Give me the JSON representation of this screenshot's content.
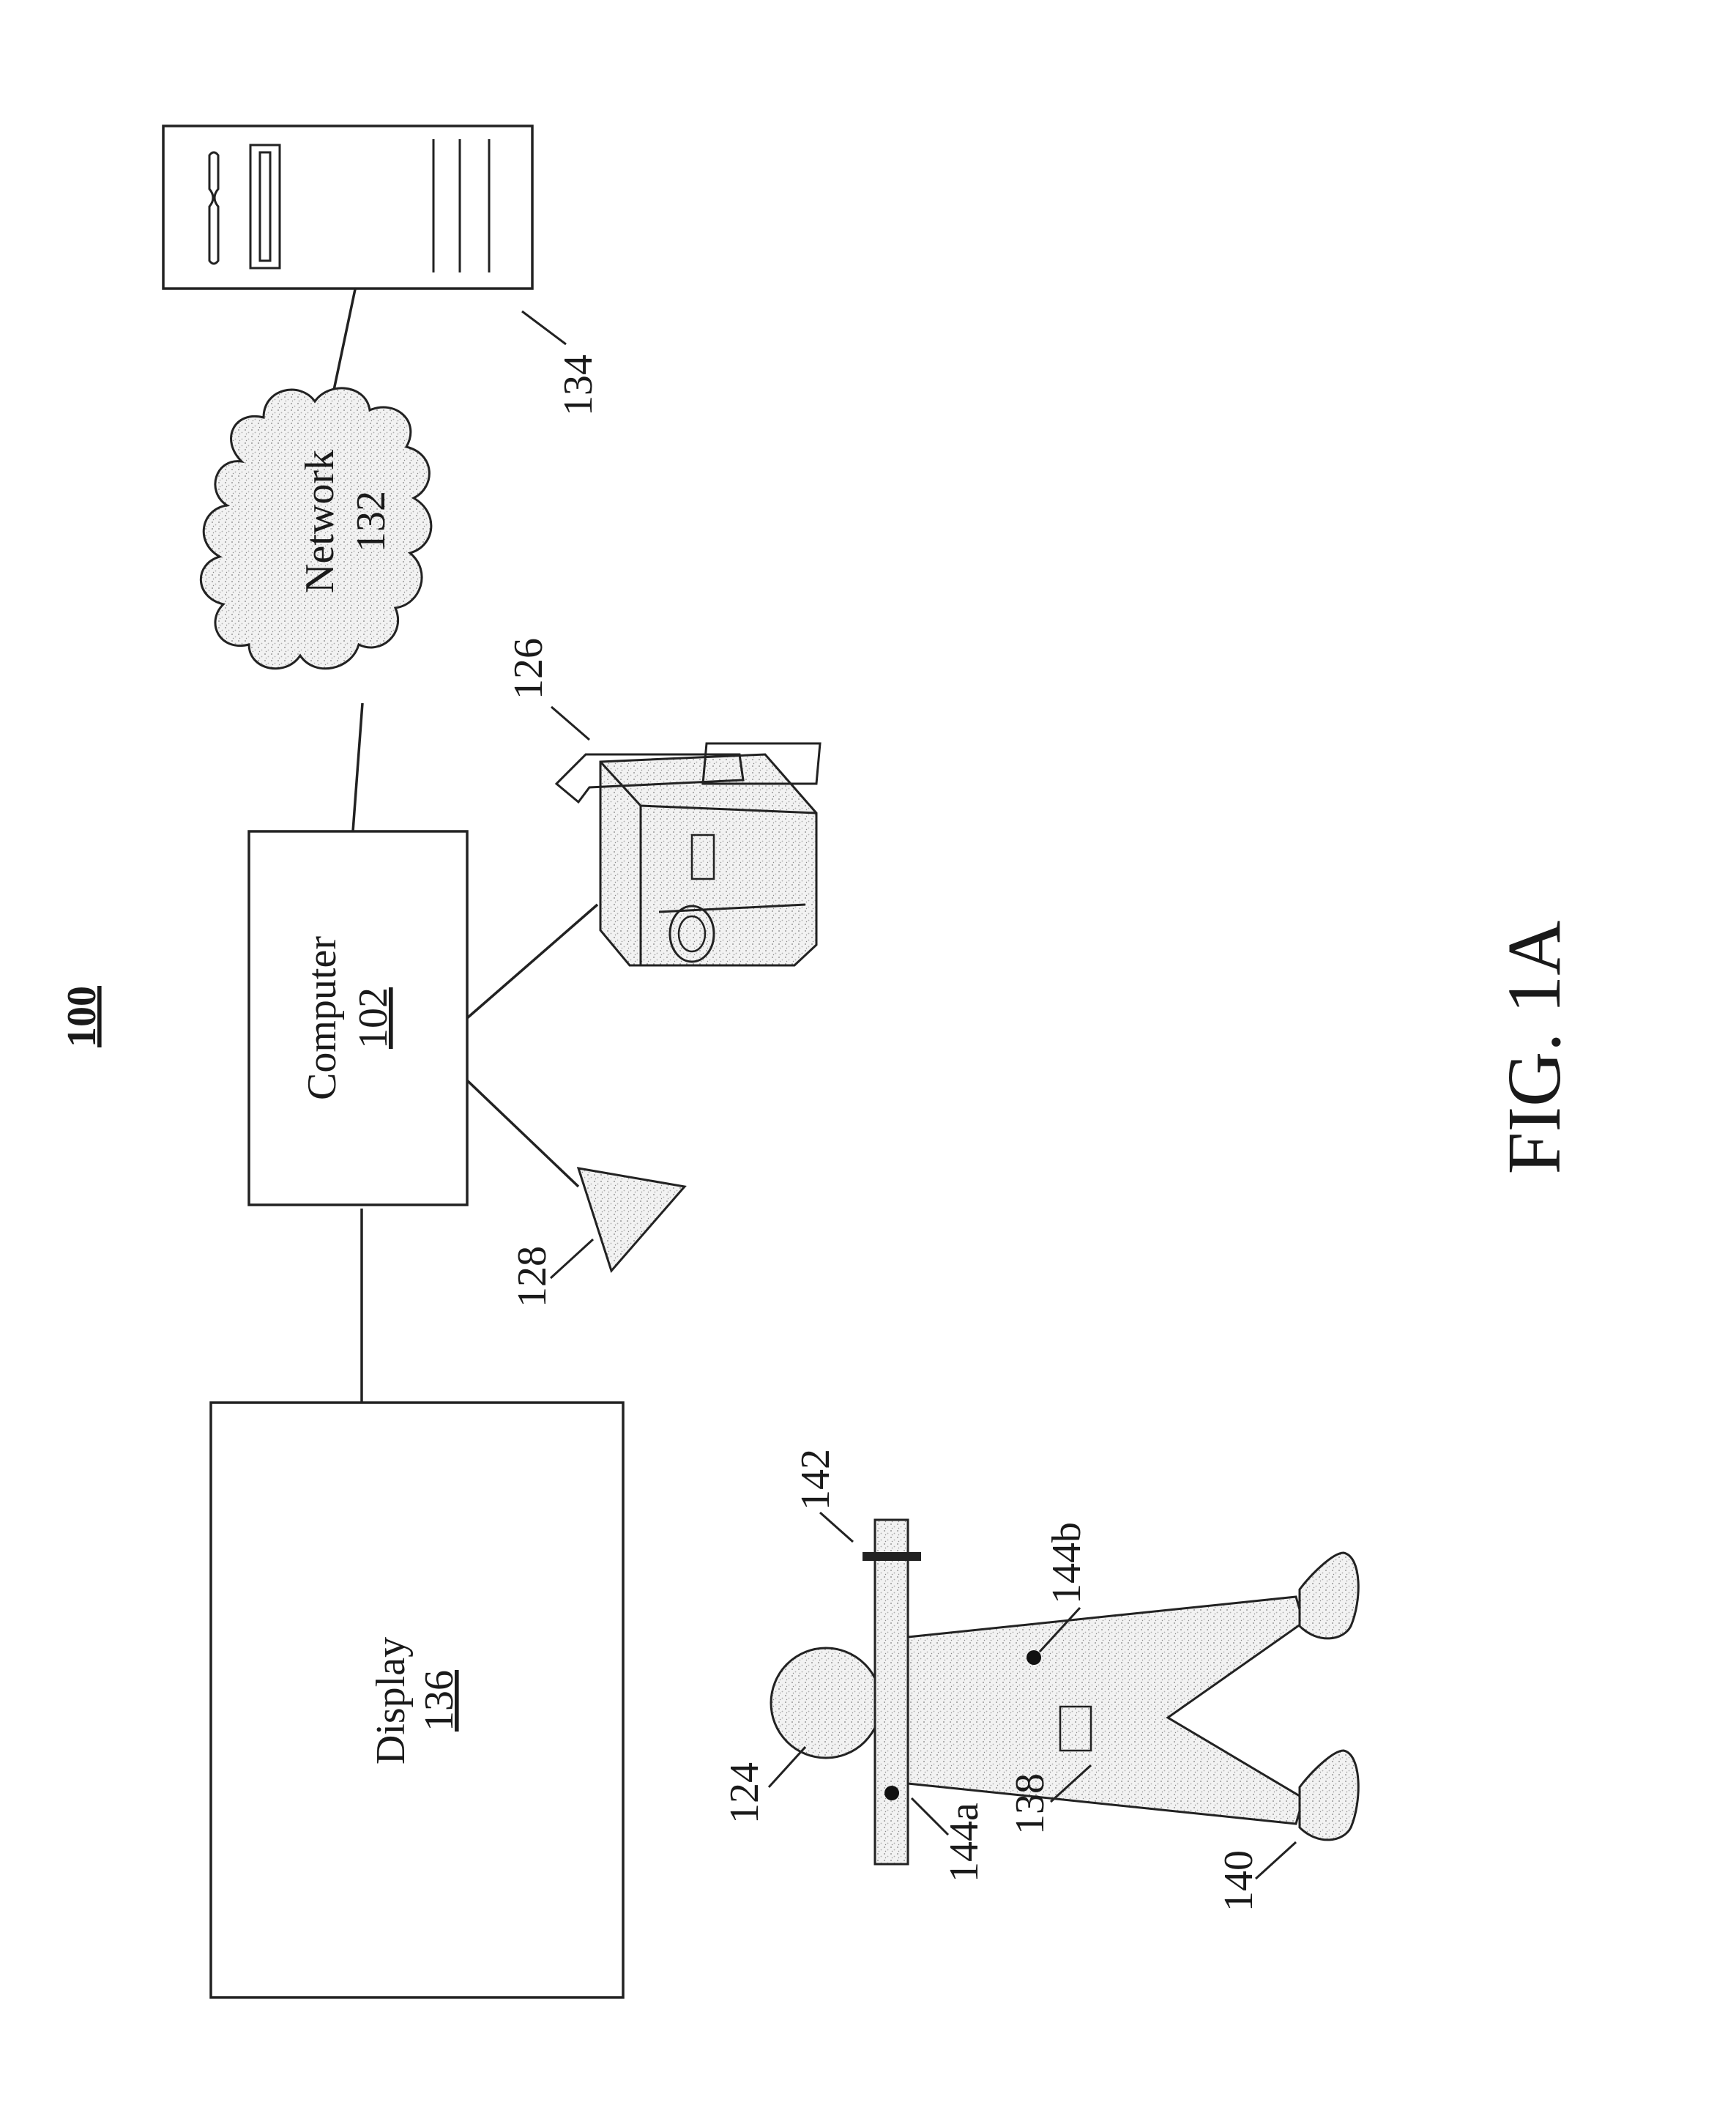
{
  "diagram": {
    "system_ref": "100",
    "figure_label": "FIG. 1A",
    "nodes": {
      "computer": {
        "name": "Computer",
        "ref": "102"
      },
      "display": {
        "name": "Display",
        "ref": "136"
      },
      "network": {
        "name": "Network",
        "ref": "132"
      },
      "server": {
        "ref": "134"
      },
      "projector": {
        "ref": "126"
      },
      "microphone": {
        "ref": "128"
      },
      "user": {
        "ref": "124"
      },
      "garment": {
        "ref": "138"
      },
      "shoes": {
        "ref": "140"
      },
      "wristband": {
        "ref": "142"
      },
      "marker_a": {
        "ref": "144a"
      },
      "marker_b": {
        "ref": "144b"
      }
    },
    "edges": [
      {
        "from": "display",
        "to": "computer"
      },
      {
        "from": "computer",
        "to": "microphone"
      },
      {
        "from": "computer",
        "to": "projector"
      },
      {
        "from": "computer",
        "to": "network"
      },
      {
        "from": "network",
        "to": "server"
      }
    ],
    "colors": {
      "ink": "#222222",
      "stipple": "#9a9a9a"
    }
  }
}
